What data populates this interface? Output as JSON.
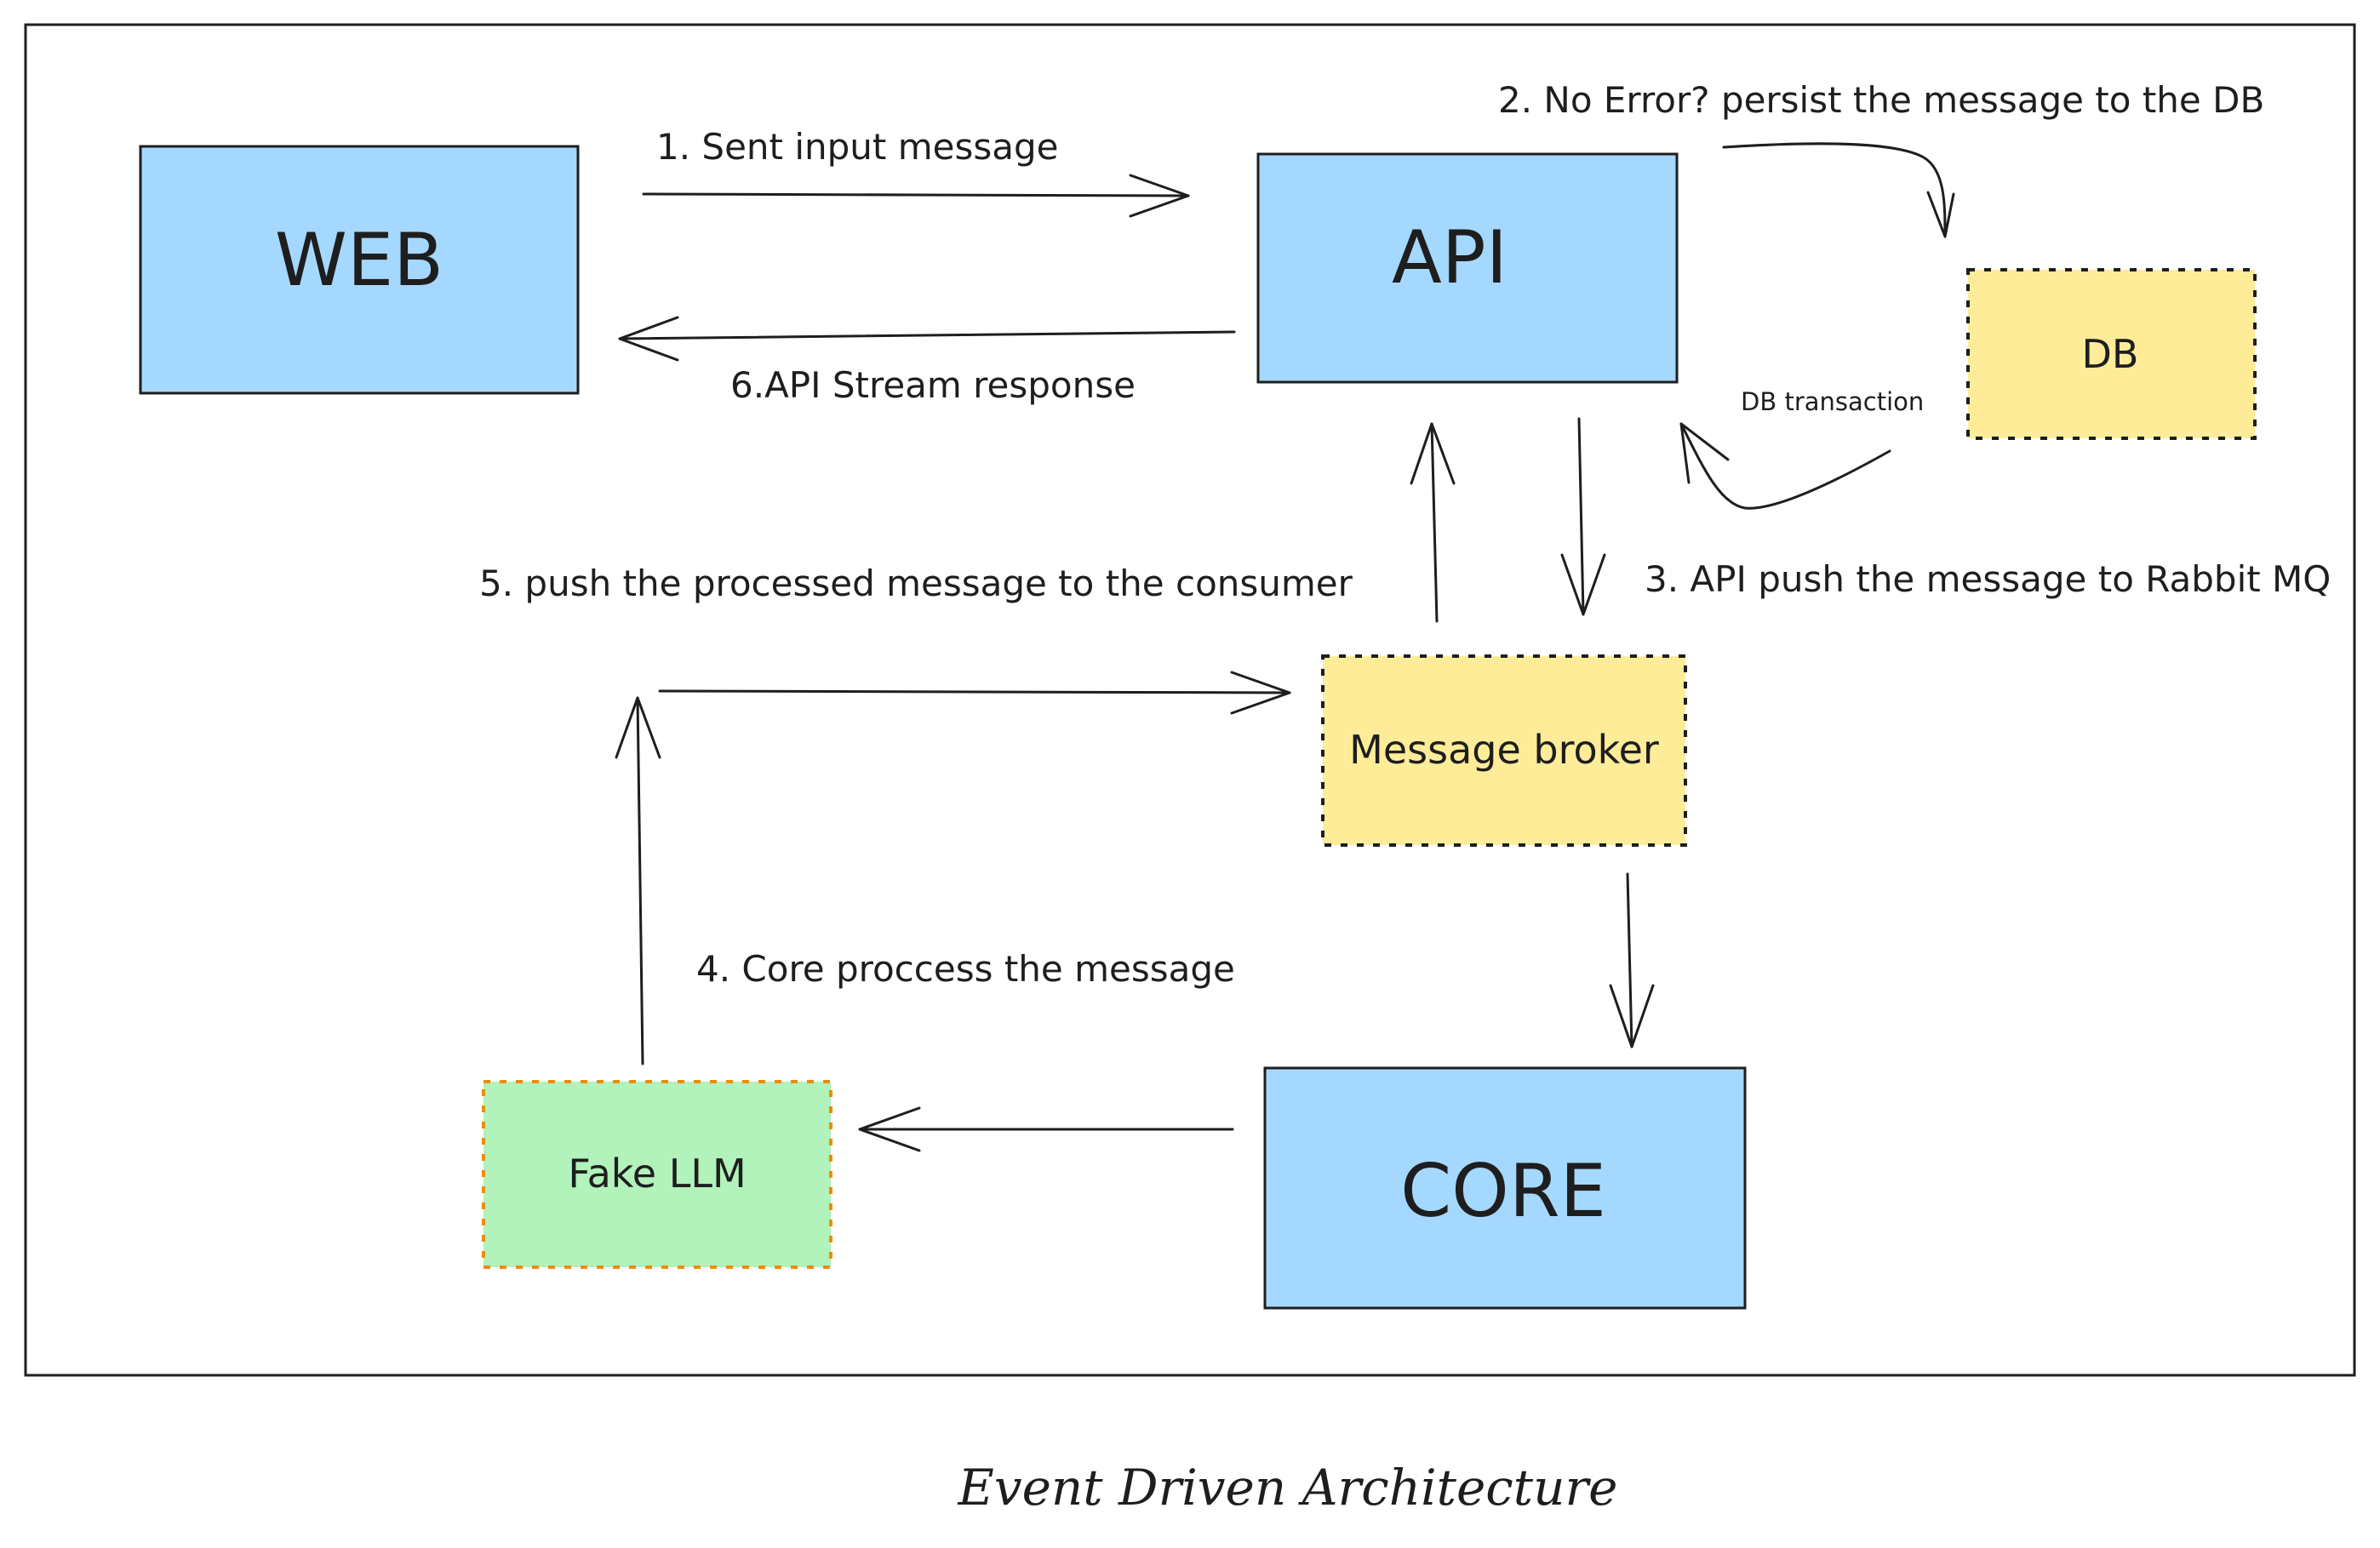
{
  "diagram": {
    "caption": "Event Driven Architecture",
    "nodes": {
      "web": "WEB",
      "api": "API",
      "db": "DB",
      "broker": "Message broker",
      "core": "CORE",
      "llm": "Fake LLM"
    },
    "edges": {
      "e1": "1. Sent input message",
      "e2": "2. No Error? persist the message to the DB",
      "db_tx": "DB transaction",
      "e3": "3. API push the message to Rabbit MQ",
      "e4": "4. Core proccess the message",
      "e5": "5. push the processed message to the consumer",
      "e6": "6.API Stream response"
    }
  },
  "colors": {
    "blue_box": "#a5d8ff",
    "yellow_box": "#ffec99",
    "green_box": "#b2f2bb",
    "stroke": "#1e1e1e",
    "orange_dash": "#f08c00"
  }
}
